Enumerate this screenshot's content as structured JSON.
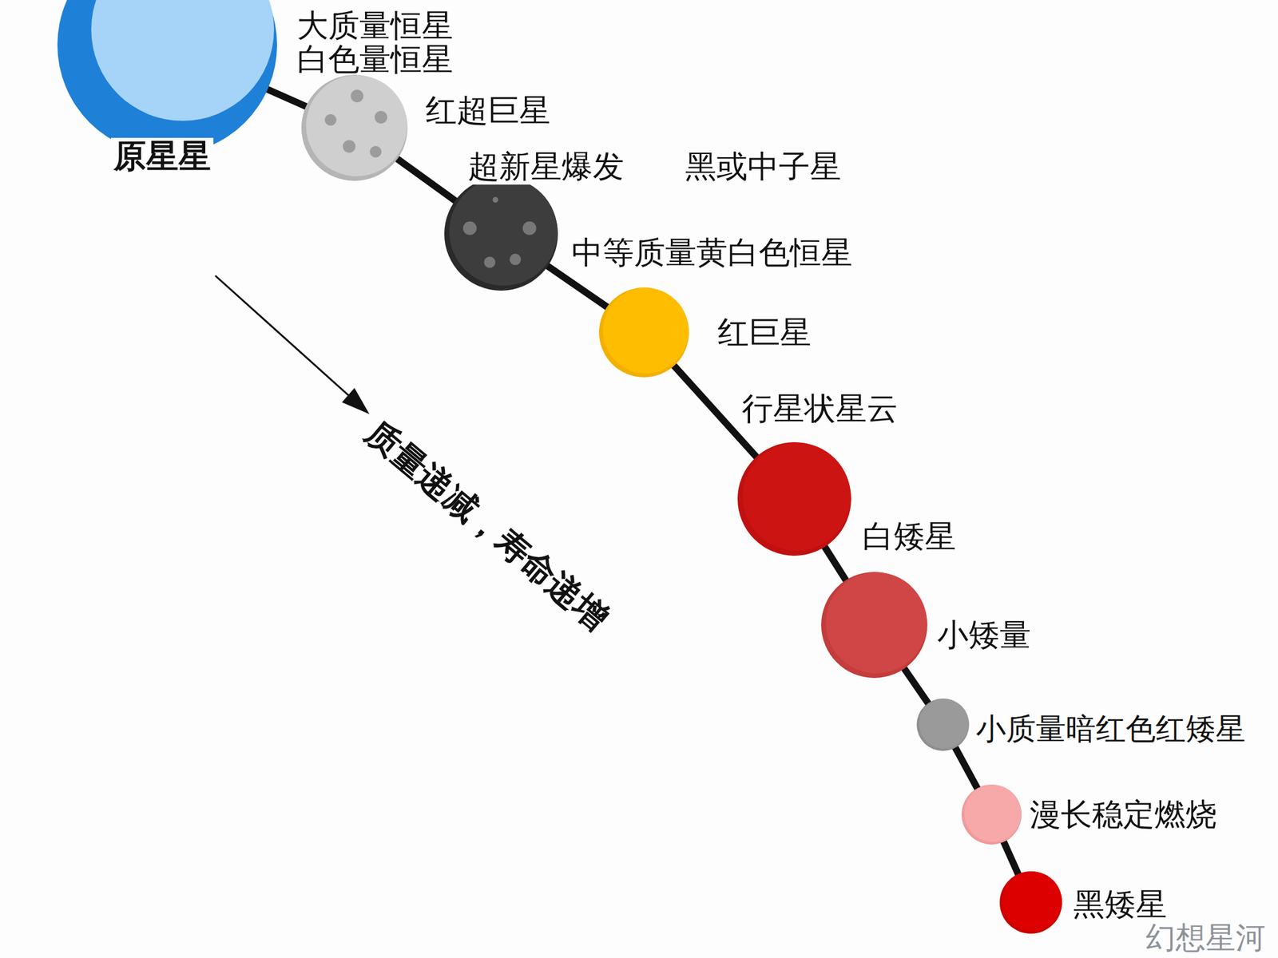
{
  "diagram": {
    "nodes": [
      {
        "text": [
          "大质量恒星 白色量恒星",
          "原星星"
        ]
      },
      {
        "text": [
          "红超巨星"
        ]
      },
      {
        "text": [
          "超新星爆发",
          "黑或中子星"
        ]
      },
      {
        "text": [
          "中等质量黄白色恒星",
          "红巨星"
        ]
      },
      {
        "text": [
          "行星状星云",
          "白矮星"
        ]
      },
      {
        "text": [
          "小矮量"
        ]
      },
      {
        "text": [
          "小质量暗红色红矮星"
        ]
      },
      {
        "text": [
          "漫长稳定燃烧"
        ]
      },
      {
        "text": [
          "黑矮星"
        ]
      }
    ],
    "edges": [
      {
        "from": 0,
        "to": 1,
        "arrow": "none"
      },
      {
        "from": 1,
        "to": 2,
        "arrow": "none"
      },
      {
        "from": 2,
        "to": 3,
        "arrow": "none"
      },
      {
        "from": 3,
        "to": 4,
        "arrow": "none"
      },
      {
        "from": 4,
        "to": 5,
        "arrow": "none"
      },
      {
        "from": 5,
        "to": 6,
        "arrow": "none"
      },
      {
        "from": 6,
        "to": 7,
        "arrow": "none"
      },
      {
        "from": 7,
        "to": 8,
        "arrow": "none"
      }
    ],
    "labels": [
      "质量递减，寿命递增",
      "幻想星河"
    ]
  }
}
